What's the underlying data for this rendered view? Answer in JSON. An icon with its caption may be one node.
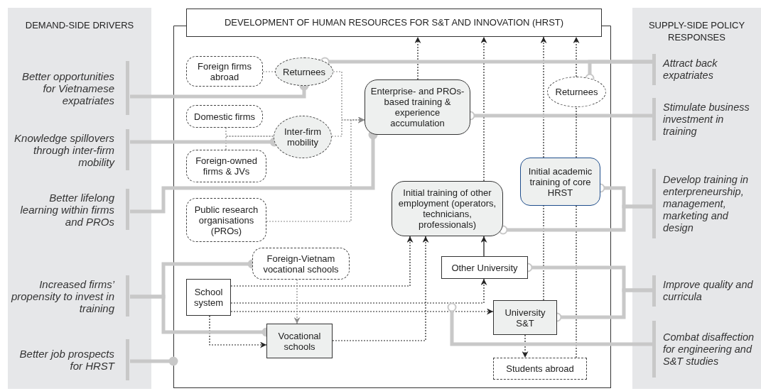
{
  "diagram": {
    "nodes": [
      {
        "text": [
          "DEMAND-SIDE DRIVERS"
        ]
      },
      {
        "text": [
          "Better opportunities for Vietnamese expatriates"
        ],
        "in": 0
      },
      {
        "text": [
          "Knowledge spillovers through inter-firm mobility"
        ],
        "in": 0
      },
      {
        "text": [
          "Better lifelong learning within firms and PROs"
        ],
        "in": 0
      },
      {
        "text": [
          "Increased firms’ propensity to invest in training"
        ],
        "in": 0
      },
      {
        "text": [
          "Better job prospects for HRST"
        ],
        "in": 0
      },
      {
        "text": [
          "DEVELOPMENT OF HUMAN RESOURCES FOR S&T AND INNOVATION (HRST)"
        ]
      },
      {
        "text": [],
        "shape": "box"
      },
      {
        "text": [
          "Foreign firms abroad"
        ],
        "in": 7
      },
      {
        "text": [
          "Returnees"
        ],
        "in": 7
      },
      {
        "text": [
          "Enterprise- and PROs-based training & experience accumulation"
        ],
        "in": 7
      },
      {
        "text": [
          "Returnees"
        ],
        "in": 7
      },
      {
        "text": [
          "Domestic firms"
        ],
        "in": 7
      },
      {
        "text": [
          "Inter-firm mobility"
        ],
        "in": 7
      },
      {
        "text": [
          "Foreign-owned firms & JVs"
        ],
        "in": 7
      },
      {
        "text": [
          "Initial academic training of core HRST"
        ],
        "in": 7
      },
      {
        "text": [
          "Initial training of other employment (operators, technicians, professionals)"
        ],
        "in": 7
      },
      {
        "text": [
          "Public research organisations (PROs)"
        ],
        "in": 7
      },
      {
        "text": [
          "Foreign-Vietnam vocational schools"
        ],
        "in": 7
      },
      {
        "text": [
          "Other University"
        ],
        "in": 7
      },
      {
        "text": [
          "School system"
        ],
        "in": 7
      },
      {
        "text": [
          "University S&T"
        ],
        "in": 7
      },
      {
        "text": [
          "Vocational schools"
        ],
        "in": 7
      },
      {
        "text": [
          "Students abroad"
        ],
        "in": 7
      },
      {
        "text": [
          "SUPPLY-SIDE POLICY RESPONSES"
        ]
      },
      {
        "text": [
          "Attract back expatriates"
        ],
        "in": 24
      },
      {
        "text": [
          "Stimulate business investment in training"
        ],
        "in": 24
      },
      {
        "text": [
          "Develop training in enterpreneurship, management, marketing and design"
        ],
        "in": 24
      },
      {
        "text": [
          "Improve quality and curricula"
        ],
        "in": 24
      },
      {
        "text": [
          "Combat disaffection for engineering and S&T studies"
        ],
        "in": 24
      }
    ],
    "edges": [
      {
        "from": 10,
        "to": 6,
        "arrow": "to",
        "style": "dashed",
        "color": "#222222"
      },
      {
        "from": 16,
        "to": 6,
        "arrow": "to",
        "style": "dashed",
        "color": "#222222"
      },
      {
        "from": 15,
        "to": 6,
        "arrow": "to",
        "style": "dashed",
        "color": "#222222"
      },
      {
        "from": 11,
        "to": 6,
        "arrow": "to",
        "style": "dashed",
        "color": "#222222"
      },
      {
        "from": 23,
        "to": 15,
        "arrow": "none",
        "style": "dashed",
        "color": "#222222"
      },
      {
        "from": 21,
        "to": 15,
        "arrow": "none",
        "style": "dashed",
        "color": "#222222"
      },
      {
        "from": 8,
        "to": 9,
        "arrow": "none",
        "style": "dashed",
        "color": "#8a8a8a"
      },
      {
        "from": 9,
        "to": 10,
        "arrow": "to",
        "style": "dashed",
        "color": "#8a8a8a"
      },
      {
        "from": 13,
        "to": 10,
        "arrow": "to",
        "style": "dashed",
        "color": "#8a8a8a"
      },
      {
        "from": 17,
        "to": 10,
        "arrow": "to",
        "style": "dashed",
        "color": "#8a8a8a"
      },
      {
        "from": 12,
        "to": 13,
        "arrow": "none",
        "style": "dashed",
        "color": "#8a8a8a"
      },
      {
        "from": 14,
        "to": 13,
        "arrow": "none",
        "style": "dashed",
        "color": "#8a8a8a"
      },
      {
        "from": 20,
        "to": 16,
        "arrow": "to",
        "style": "dashed",
        "color": "#222222"
      },
      {
        "from": 22,
        "to": 16,
        "arrow": "to",
        "style": "dashed",
        "color": "#222222"
      },
      {
        "from": 19,
        "to": 16,
        "arrow": "to",
        "color": "#222222"
      },
      {
        "from": 20,
        "to": 19,
        "arrow": "to",
        "style": "dashed",
        "color": "#222222"
      },
      {
        "from": 20,
        "to": 21,
        "arrow": "to",
        "style": "dashed",
        "color": "#222222"
      },
      {
        "from": 20,
        "to": 22,
        "arrow": "to",
        "style": "dashed",
        "color": "#222222"
      },
      {
        "from": 18,
        "to": 22,
        "arrow": "to",
        "style": "dashed",
        "color": "#8a8a8a"
      },
      {
        "from": 21,
        "to": 23,
        "arrow": "to",
        "style": "dashed",
        "color": "#222222"
      },
      {
        "from": 1,
        "to": 9,
        "arrow": "other",
        "style": "thick",
        "color": "#c8c8c8"
      },
      {
        "from": 2,
        "to": 13,
        "arrow": "other",
        "style": "thick",
        "color": "#c8c8c8"
      },
      {
        "from": 3,
        "to": 10,
        "arrow": "other",
        "style": "thick",
        "color": "#c8c8c8"
      },
      {
        "from": 4,
        "to": 18,
        "arrow": "other",
        "style": "thick",
        "color": "#c8c8c8"
      },
      {
        "from": 4,
        "to": 22,
        "arrow": "other",
        "style": "thick",
        "color": "#c8c8c8"
      },
      {
        "from": 5,
        "to": 7,
        "arrow": "other",
        "style": "thick",
        "color": "#c8c8c8"
      },
      {
        "from": 25,
        "to": 9,
        "arrow": "other",
        "style": "thick",
        "color": "#c8c8c8"
      },
      {
        "from": 25,
        "to": 11,
        "arrow": "other",
        "style": "thick",
        "color": "#c8c8c8"
      },
      {
        "from": 26,
        "to": 10,
        "arrow": "other",
        "style": "thick",
        "color": "#c8c8c8"
      },
      {
        "from": 27,
        "to": 15,
        "arrow": "other",
        "style": "thick",
        "color": "#c8c8c8"
      },
      {
        "from": 27,
        "to": 16,
        "arrow": "other",
        "style": "thick",
        "color": "#c8c8c8"
      },
      {
        "from": 28,
        "to": 19,
        "arrow": "other",
        "style": "thick",
        "color": "#c8c8c8"
      },
      {
        "from": 28,
        "to": 21,
        "arrow": "other",
        "style": "thick",
        "color": "#c8c8c8"
      },
      {
        "from": 29,
        "to": null,
        "arrow": "other",
        "style": "thick",
        "color": "#c8c8c8"
      },
      {
        "from": 15,
        "to": 11,
        "arrow": "none",
        "style": "dashed",
        "color": "#222222"
      }
    ]
  }
}
